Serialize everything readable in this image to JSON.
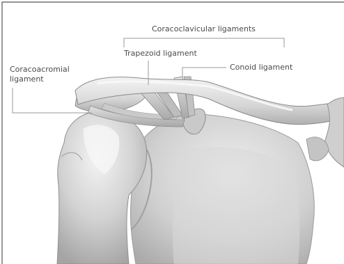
{
  "labels": {
    "coracoclavicular": "Coracoclavicular ligaments",
    "trapezoid": "Trapezoid ligament",
    "conoid": "Conoid ligament",
    "coracoacromial_line1": "Coracoacromial",
    "coracoacromial_line2": "ligament"
  },
  "colors": {
    "bone_light": "#ececec",
    "bone_mid": "#cfcfcf",
    "bone_dark": "#a9a9a9",
    "outline": "#8c8c8c",
    "leader": "#9a9a9a",
    "text": "#4a4a4a",
    "frame": "#555555"
  }
}
